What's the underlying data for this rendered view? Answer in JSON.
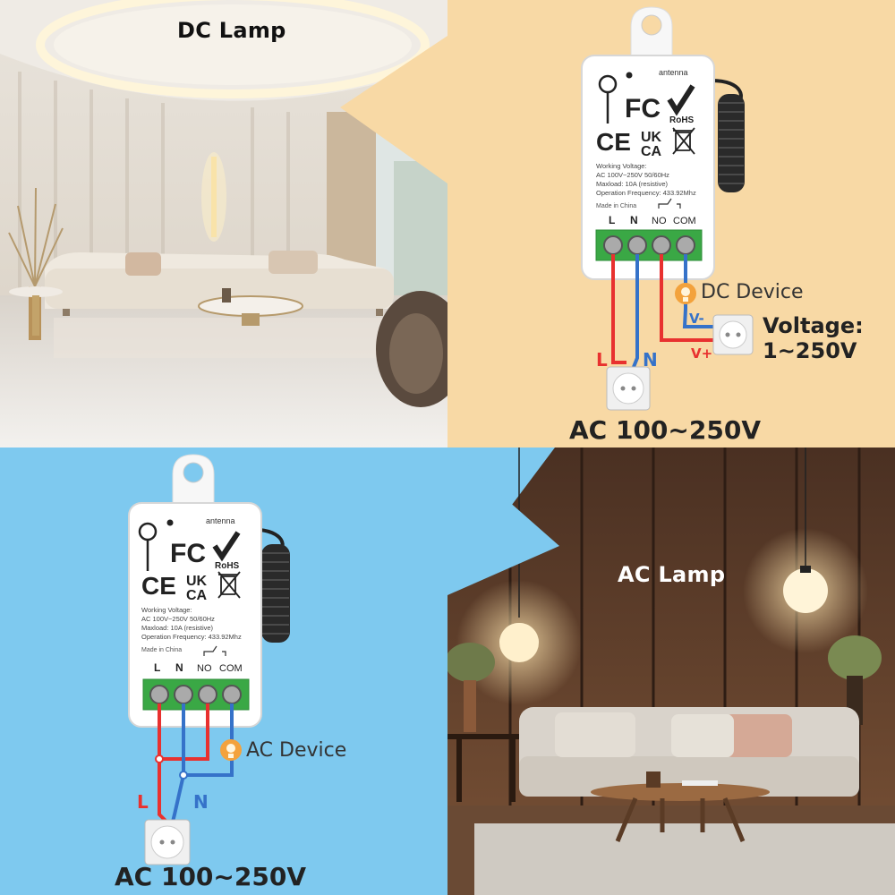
{
  "panels": {
    "dc_photo": {
      "title": "DC Lamp"
    },
    "ac_photo": {
      "title": "AC Lamp"
    },
    "dc_diagram": {
      "device_label": "DC Device",
      "voltage_title": "Voltage:",
      "voltage_range": "1~250V",
      "v_minus": "V-",
      "v_plus": "V+",
      "wire_l": "L",
      "wire_n": "N",
      "supply": "AC 100~250V"
    },
    "ac_diagram": {
      "device_label": "AC Device",
      "wire_l": "L",
      "wire_n": "N",
      "supply": "AC 100~250V"
    }
  },
  "module": {
    "antenna_label": "antenna",
    "cert_fc": "FC",
    "cert_rohs": "RoHS",
    "cert_ce": "CE",
    "cert_uk": "UK",
    "cert_ca": "CA",
    "spec_line1": "Working Voltage:",
    "spec_line2": "AC 100V~250V 50/60Hz",
    "spec_line3": "Maxload: 10A (resistive)",
    "spec_line4": "Operation Frequency: 433.92Mhz",
    "made_in": "Made in China",
    "terminals": [
      "L",
      "N",
      "NO",
      "COM"
    ]
  },
  "colors": {
    "wire_live": "#e8312f",
    "wire_neutral": "#3572c9",
    "terminal_block": "#3aa845",
    "dc_background": "#f8d9a5",
    "ac_background": "#7ec9ef"
  }
}
